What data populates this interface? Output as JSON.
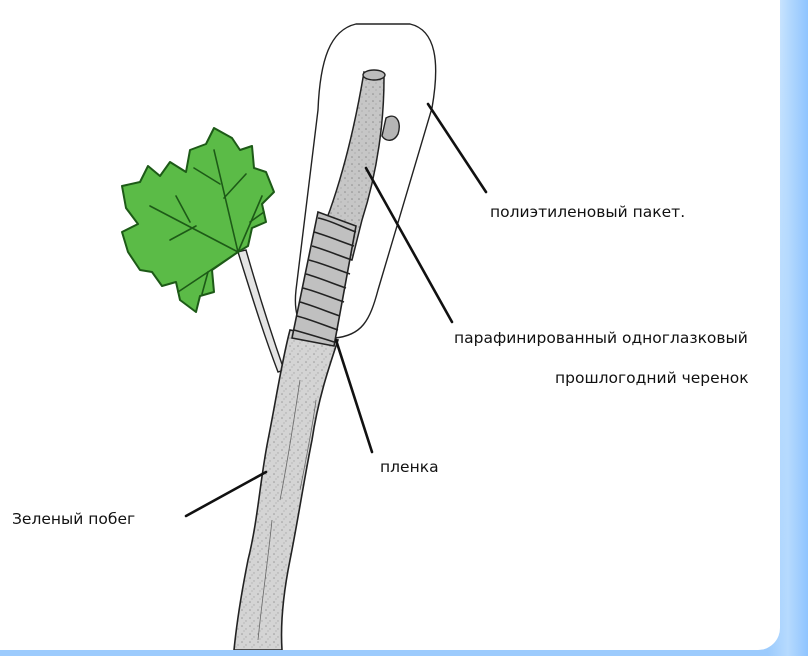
{
  "labels": {
    "bag": "полиэтиленовый пакет.",
    "cutting_line1": "парафинированный одноглазковый",
    "cutting_line2": "прошлогодний черенок",
    "film": "пленка",
    "shoot": "Зеленый побег"
  },
  "colors": {
    "background_gradient": [
      "#e3f1ff",
      "#9ccbfd"
    ],
    "leaf_fill": "#5bbb47",
    "leaf_stroke": "#1d5a17",
    "stem_fill": "#d2d2d2",
    "line": "#111111"
  }
}
